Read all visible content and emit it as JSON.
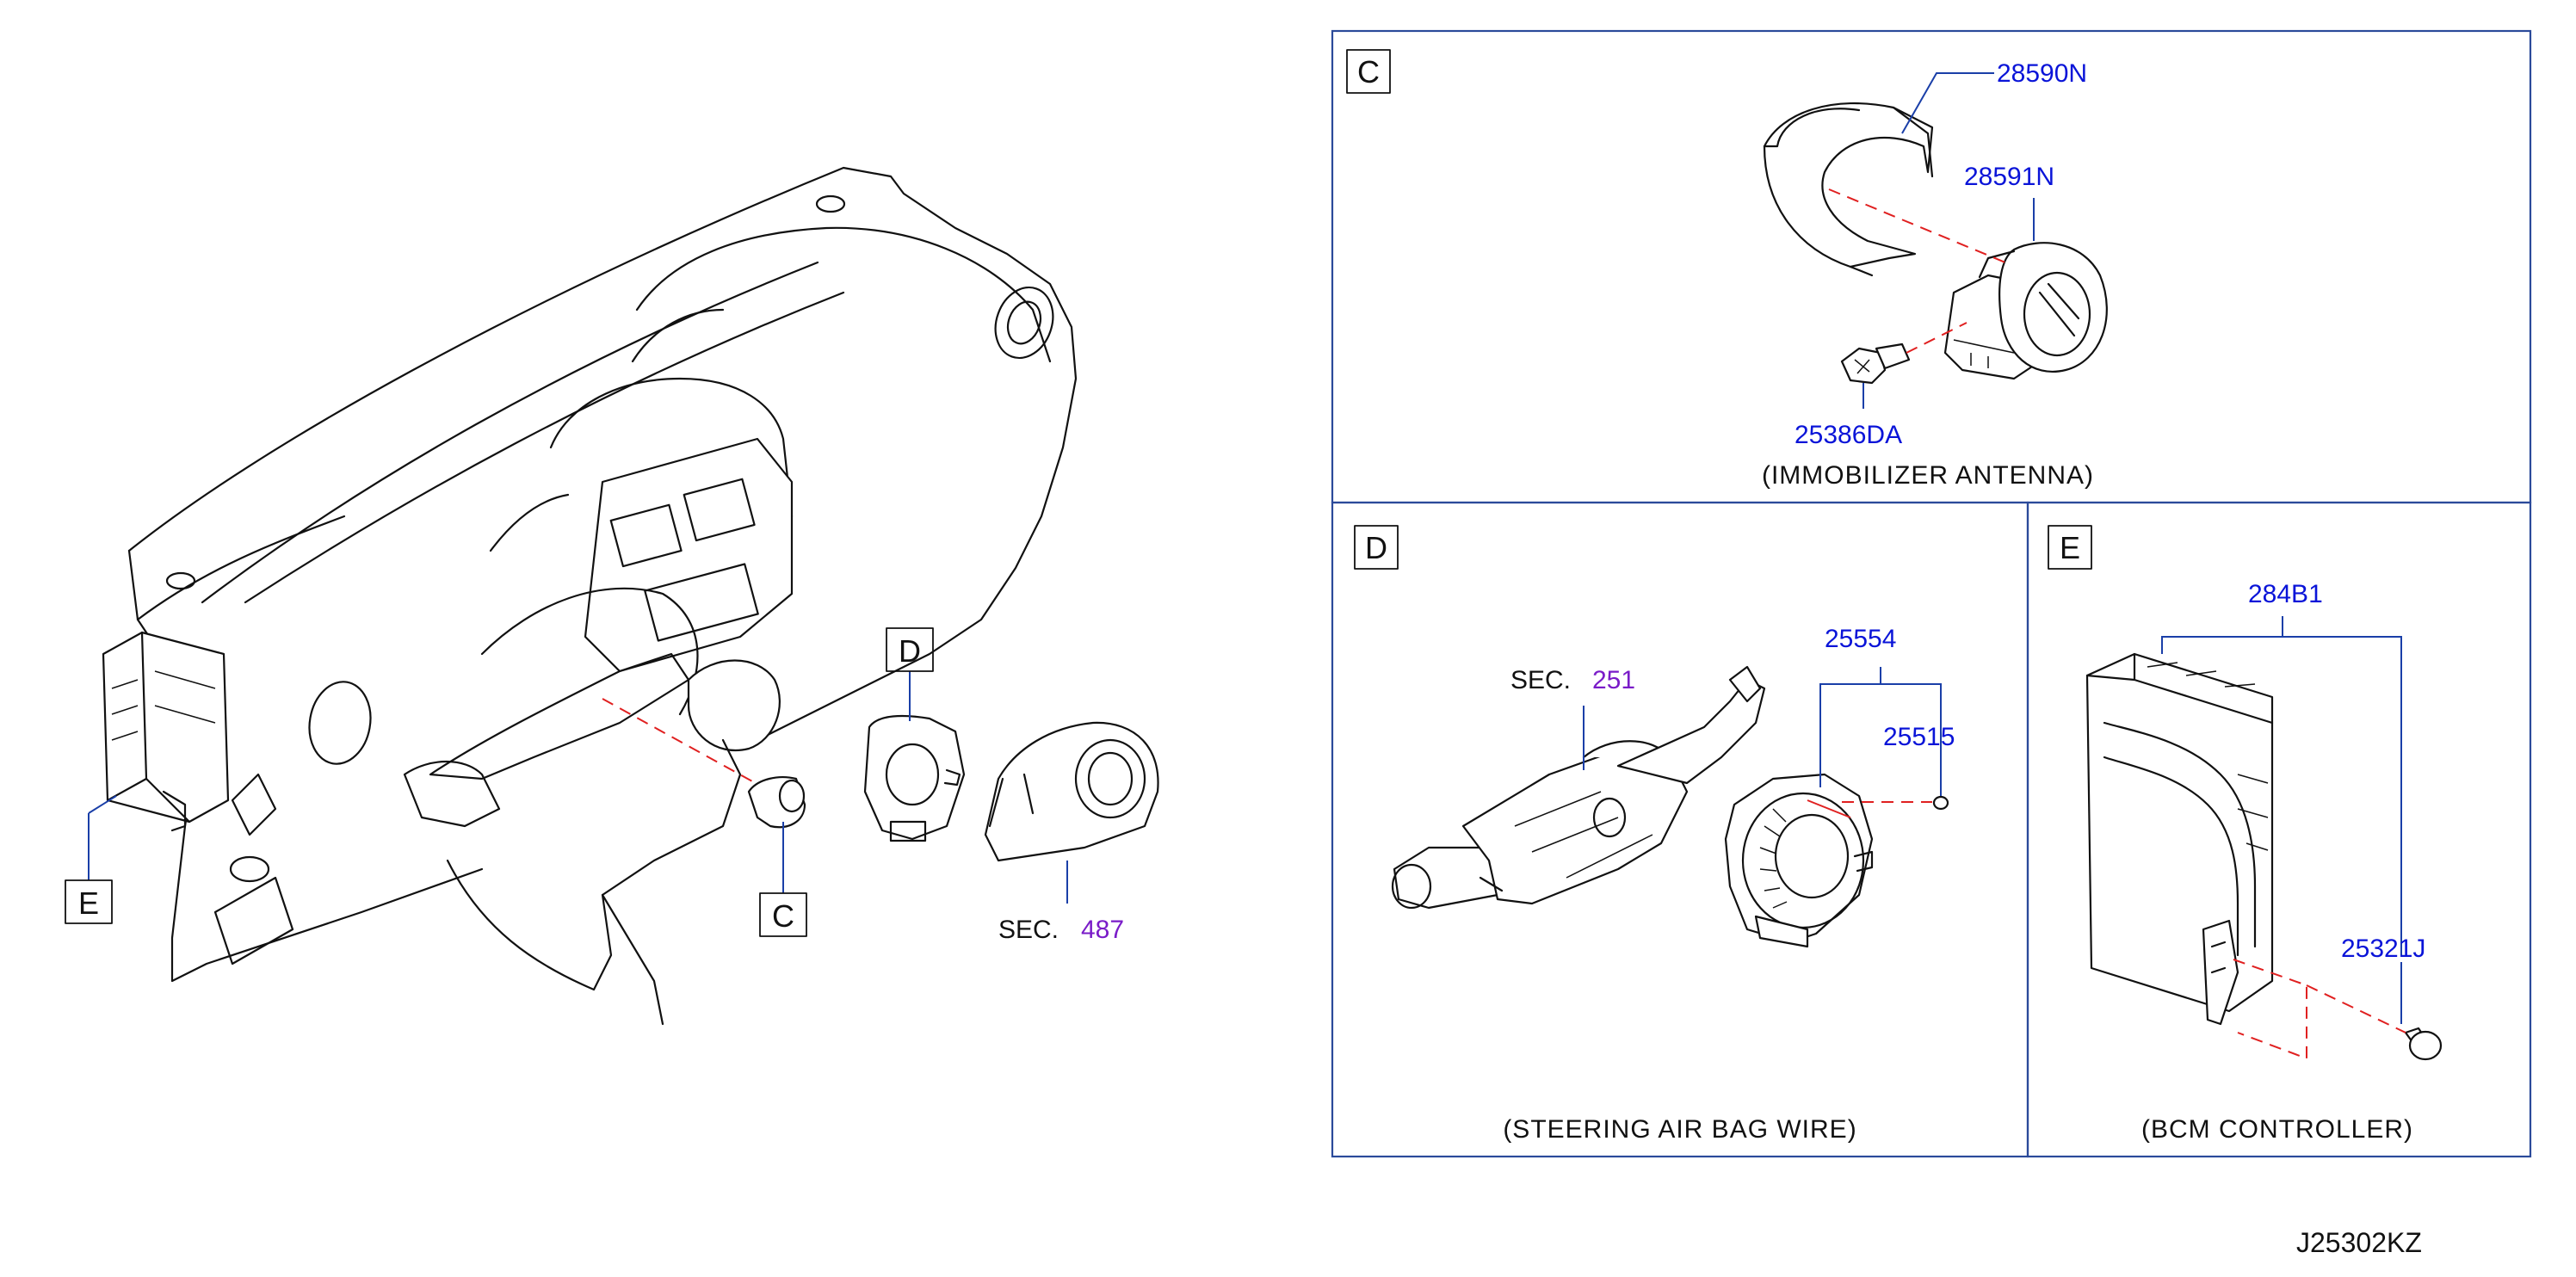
{
  "overview": {
    "callouts": {
      "e": "E",
      "c": "C",
      "d": "D"
    },
    "sec_prefix": "SEC.",
    "sec_number": "487"
  },
  "panel_c": {
    "label": "C",
    "parts": [
      "28590N",
      "28591N",
      "25386DA"
    ],
    "caption": "(IMMOBILIZER   ANTENNA)"
  },
  "panel_d": {
    "label": "D",
    "sec_prefix": "SEC.",
    "sec_number": "251",
    "parts": [
      "25554",
      "25515"
    ],
    "caption": "(STEERING   AIR   BAG   WIRE)"
  },
  "panel_e": {
    "label": "E",
    "parts": [
      "284B1",
      "25321J"
    ],
    "caption": "(BCM   CONTROLLER)"
  },
  "drawing_code": "J25302KZ",
  "colors": {
    "part_number": "#0a14d8",
    "section_ref": "#7a1cc8",
    "panel_border": "#2b4a9a",
    "centerline": "#e02020"
  }
}
